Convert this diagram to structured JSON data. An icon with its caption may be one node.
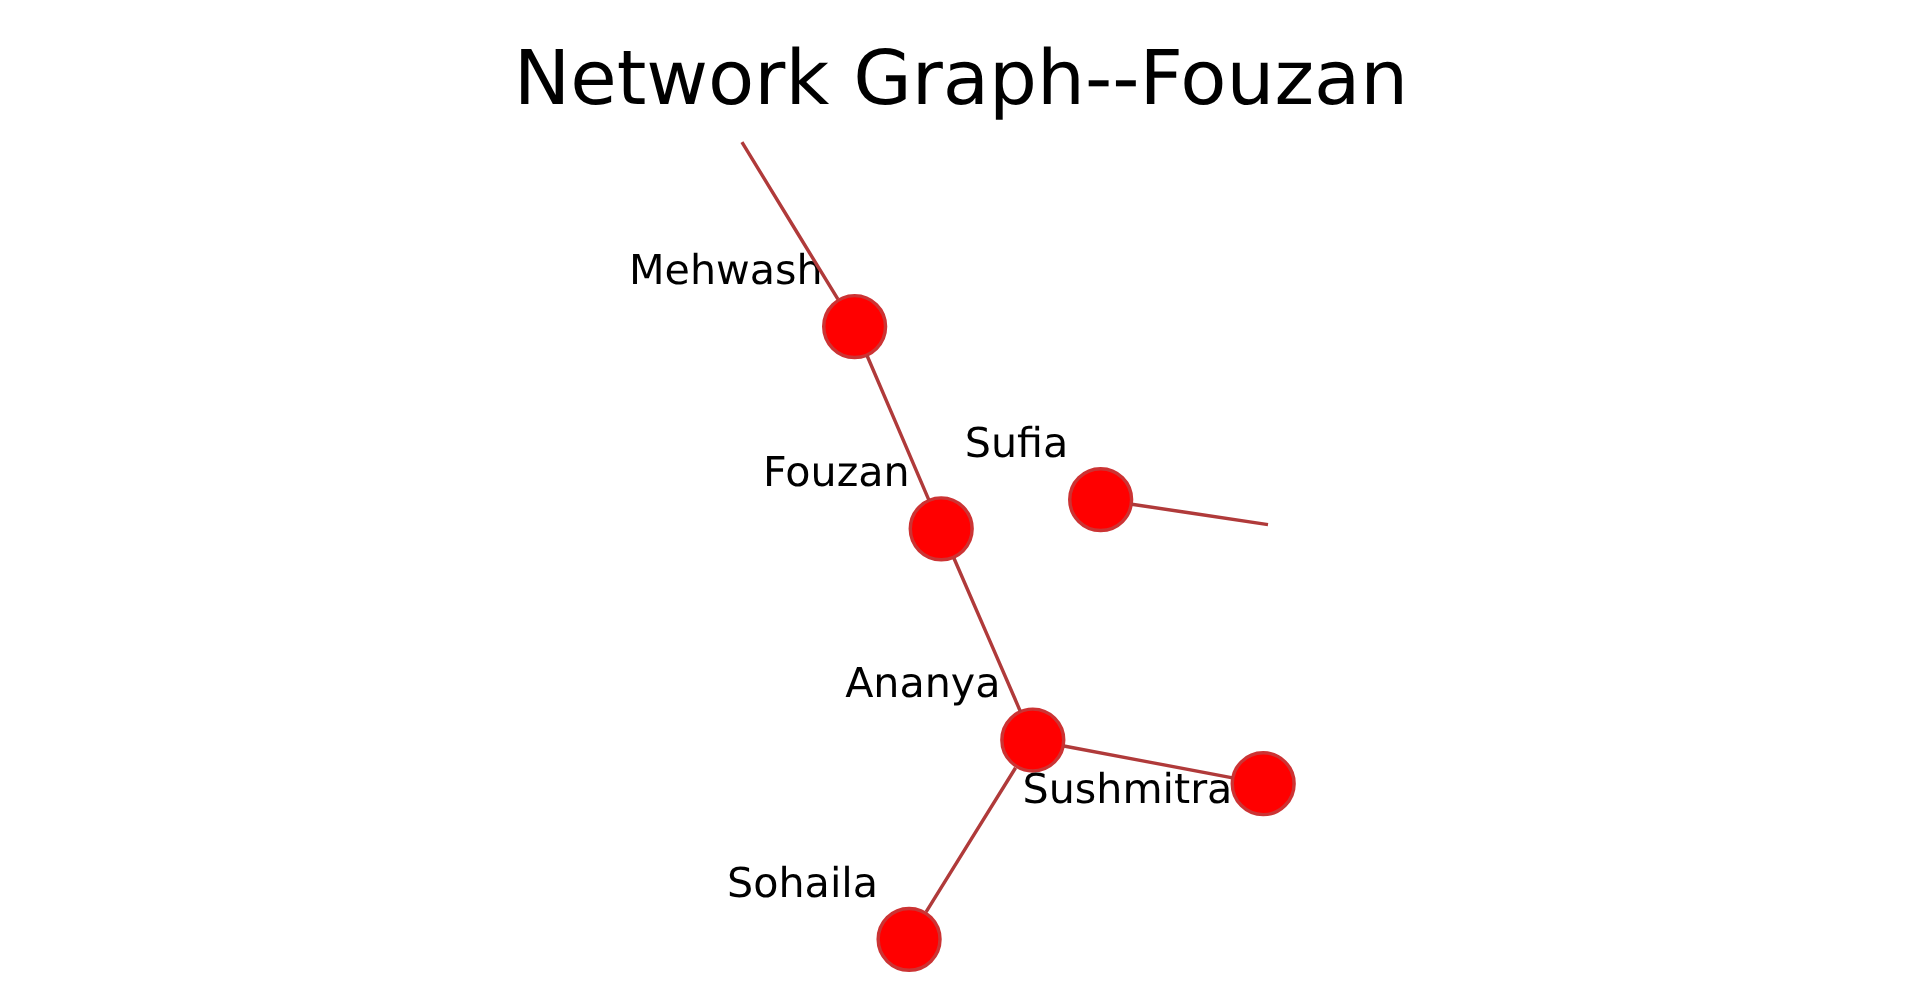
{
  "diagram": {
    "title": "Network Graph--Fouzan",
    "nodes": [
      {
        "text": [
          "Ananya"
        ]
      },
      {
        "text": [
          "Fouzan"
        ]
      },
      {
        "text": [
          "Sohaila"
        ]
      },
      {
        "text": [
          "Sufia"
        ]
      },
      {
        "text": [
          "Mehwash"
        ]
      },
      {
        "text": [
          "Sushmitra"
        ]
      }
    ],
    "edges": [
      {
        "from": 0,
        "to": 2,
        "arrow": "none"
      },
      {
        "from": 0,
        "to": 5,
        "arrow": "none"
      },
      {
        "from": 0,
        "to": 1,
        "arrow": "none"
      },
      {
        "from": 1,
        "to": 4,
        "arrow": "none"
      },
      {
        "from": 3,
        "to": null,
        "arrow": "none"
      },
      {
        "from": 4,
        "to": null,
        "arrow": "none"
      }
    ]
  }
}
